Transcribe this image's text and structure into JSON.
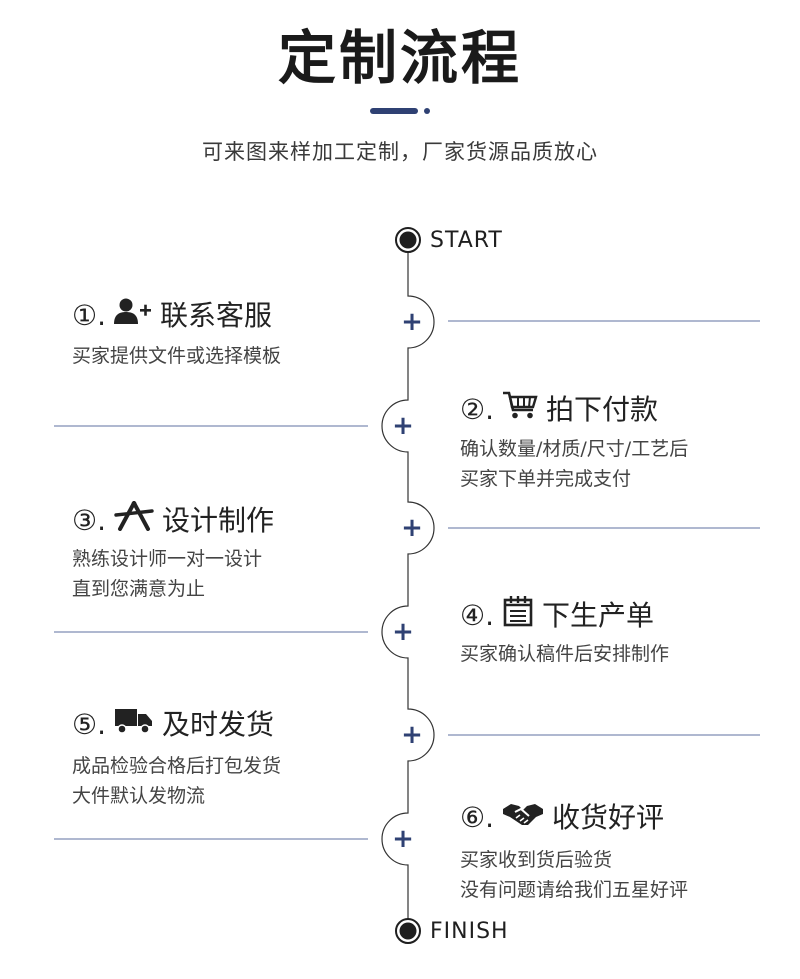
{
  "header": {
    "title": "定制流程",
    "subtitle": "可来图来样加工定制，厂家货源品质放心"
  },
  "timeline": {
    "start_label": "START",
    "finish_label": "FINISH",
    "accent_color": "#2f4173",
    "line_color": "#7f8db3"
  },
  "steps": [
    {
      "num": "①.",
      "icon": "user-add-icon",
      "title": "联系客服",
      "lines": [
        "买家提供文件或选择模板"
      ]
    },
    {
      "num": "②.",
      "icon": "shopping-cart-icon",
      "title": "拍下付款",
      "lines": [
        "确认数量/材质/尺寸/工艺后",
        "买家下单并完成支付"
      ]
    },
    {
      "num": "③.",
      "icon": "design-tools-icon",
      "title": "设计制作",
      "lines": [
        "熟练设计师一对一设计",
        "直到您满意为止"
      ]
    },
    {
      "num": "④.",
      "icon": "notepad-icon",
      "title": "下生产单",
      "lines": [
        "买家确认稿件后安排制作"
      ]
    },
    {
      "num": "⑤.",
      "icon": "delivery-truck-icon",
      "title": "及时发货",
      "lines": [
        "成品检验合格后打包发货",
        "大件默认发物流"
      ]
    },
    {
      "num": "⑥.",
      "icon": "handshake-icon",
      "title": "收货好评",
      "lines": [
        "买家收到货后验货",
        "没有问题请给我们五星好评"
      ]
    }
  ],
  "plus_symbol": "+"
}
